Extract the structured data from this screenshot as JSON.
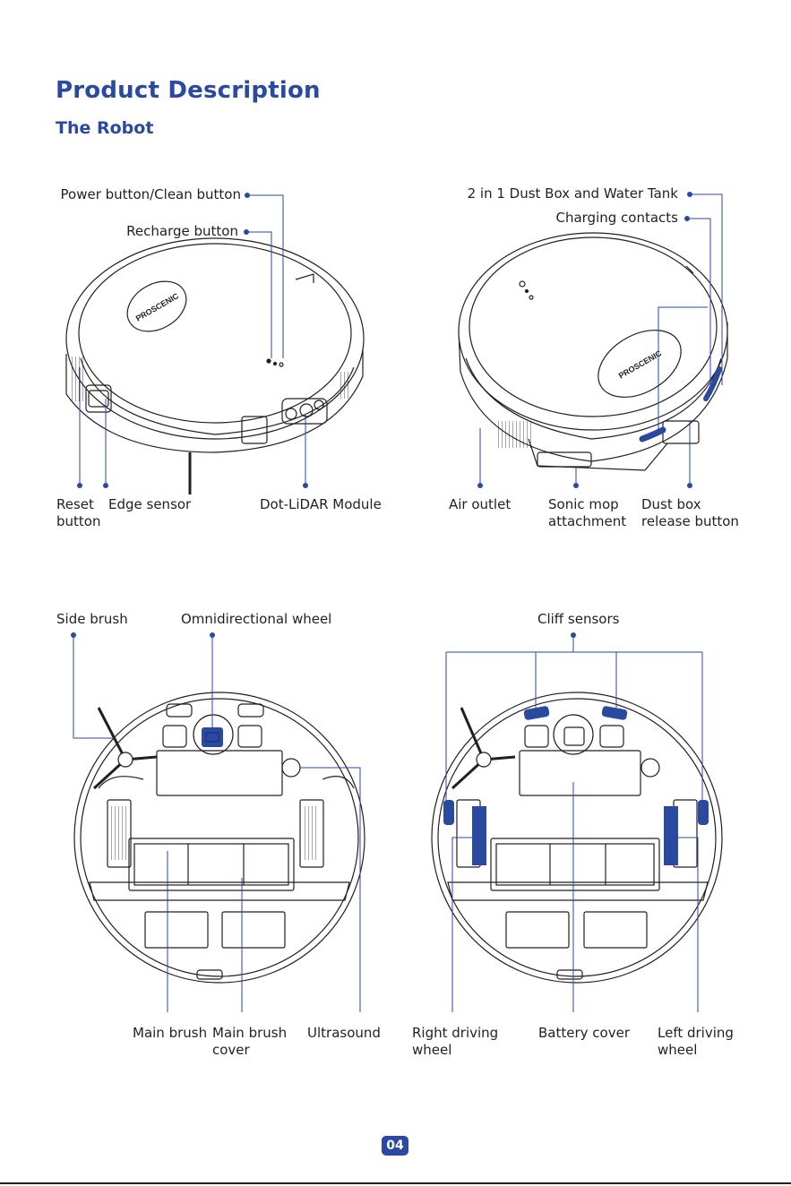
{
  "header": {
    "title": "Product Description",
    "subtitle": "The Robot"
  },
  "top_left": {
    "power_button": "Power button/Clean button",
    "recharge_button": "Recharge button",
    "reset_button": "Reset\nbutton",
    "edge_sensor": "Edge sensor",
    "lidar_module": "Dot-LiDAR Module",
    "brand_logo": "PROSCENIC"
  },
  "top_right": {
    "dust_box_tank": "2 in 1 Dust Box and Water Tank",
    "charging_contacts": "Charging contacts",
    "air_outlet": "Air outlet",
    "sonic_mop": "Sonic mop\nattachment",
    "dust_box_release": "Dust box\nrelease button",
    "brand_logo": "PROSCENIC"
  },
  "bottom_left": {
    "side_brush": "Side brush",
    "omni_wheel": "Omnidirectional wheel",
    "main_brush": "Main brush",
    "main_brush_cover": "Main brush\ncover",
    "ultrasound": "Ultrasound"
  },
  "bottom_right": {
    "cliff_sensors": "Cliff sensors",
    "right_driving_wheel": "Right driving\nwheel",
    "battery_cover": "Battery cover",
    "left_driving_wheel": "Left driving\nwheel"
  },
  "footer": {
    "page_number": "04"
  },
  "colors": {
    "accent": "#2a4aa0",
    "line": "#231f20"
  }
}
